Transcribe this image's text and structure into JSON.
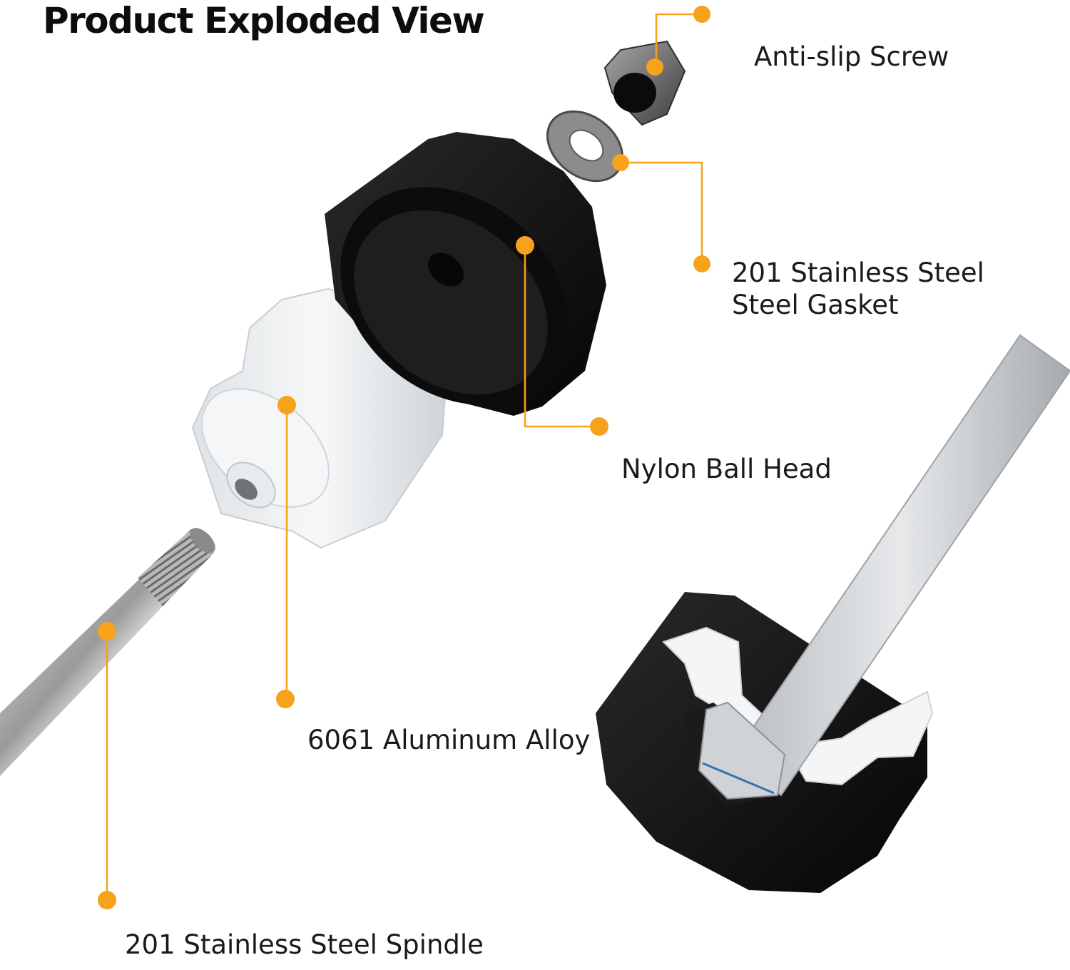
{
  "title": "Product Exploded View",
  "colors": {
    "accent": "#f7a21b",
    "text": "#1a1a1a",
    "background": "#ffffff"
  },
  "callouts": {
    "anti_slip_screw": "Anti-slip Screw",
    "gasket_line1": "201 Stainless Steel",
    "gasket_line2": "Steel Gasket",
    "nylon_ball_head": "Nylon Ball Head",
    "aluminum_alloy": "6061 Aluminum Alloy",
    "spindle": "201 Stainless Steel Spindle"
  }
}
